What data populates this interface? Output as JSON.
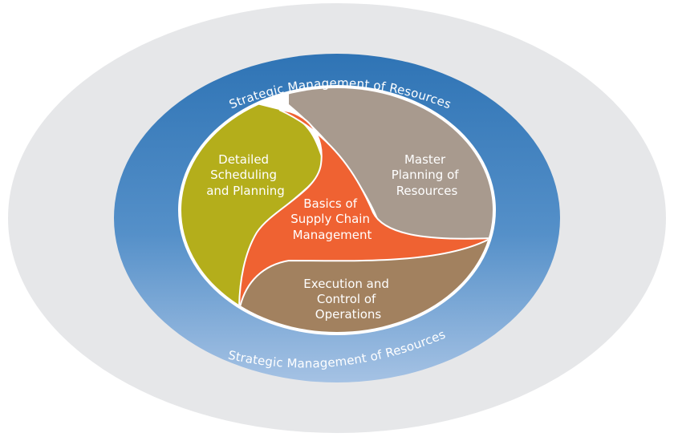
{
  "ring_label_top": "Strategic Management of Resources",
  "ring_label_bottom": "Strategic Management of Resources",
  "segments": {
    "detailed": {
      "lines": [
        "Detailed",
        "Scheduling",
        "and Planning"
      ],
      "color": "#B4AE1B"
    },
    "master": {
      "lines": [
        "Master",
        "Planning of",
        "Resources"
      ],
      "color": "#A89A8E"
    },
    "execution": {
      "lines": [
        "Execution and",
        "Control of",
        "Operations"
      ],
      "color": "#A2815F"
    },
    "basics": {
      "lines": [
        "Basics of",
        "Supply Chain",
        "Management"
      ],
      "color": "#EF6232"
    }
  },
  "colors": {
    "outer_ring": "#E6E7E9",
    "blue_ring_top": "#2F74B5",
    "blue_ring_mid": "#5590C9",
    "blue_ring_bottom": "#A5C2E4",
    "inner_border": "#FFFFFF"
  }
}
